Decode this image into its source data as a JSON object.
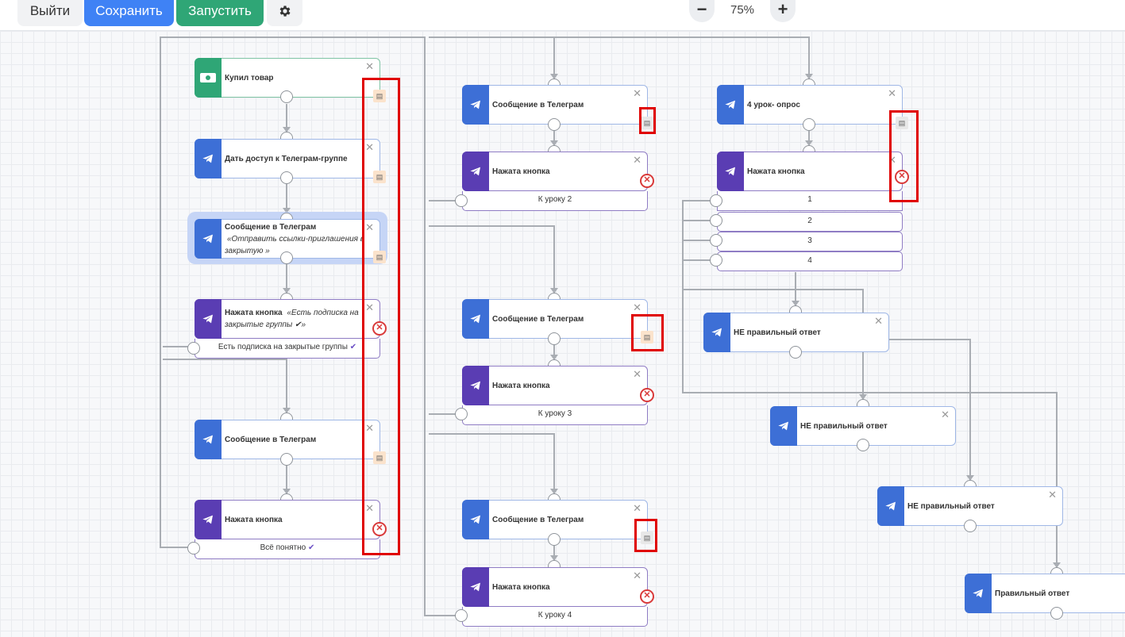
{
  "toolbar": {
    "exit_label": "Выйти",
    "save_label": "Сохранить",
    "run_label": "Запустить",
    "settings_icon": "gear-icon",
    "zoom_out": "−",
    "zoom_in": "+",
    "zoom_level": "75%"
  },
  "nodes": {
    "n1": {
      "title": "Купил товар"
    },
    "n2": {
      "title": "Дать доступ к Телеграм-группе"
    },
    "n3": {
      "title": "Сообщение в Телеграм",
      "subtitle": "«Отправить ссылки-приглашения в закрытую »"
    },
    "n4": {
      "title": "Нажата кнопка",
      "subtitle": "«Есть подписка на закрытые группы ✔»",
      "row": "Есть подписка на закрытые группы"
    },
    "n5": {
      "title": "Сообщение в Телеграм"
    },
    "n6": {
      "title": "Нажата кнопка",
      "row": "Всё понятно"
    },
    "m1": {
      "title": "Сообщение в Телеграм"
    },
    "m2": {
      "title": "Нажата кнопка",
      "row": "К уроку 2"
    },
    "m3": {
      "title": "Сообщение в Телеграм"
    },
    "m4": {
      "title": "Нажата кнопка",
      "row": "К уроку 3"
    },
    "m5": {
      "title": "Сообщение в Телеграм"
    },
    "m6": {
      "title": "Нажата кнопка",
      "row": "К уроку 4"
    },
    "r1": {
      "title": "4 урок- опрос"
    },
    "r2": {
      "title": "Нажата кнопка",
      "rows": [
        "1",
        "2",
        "3",
        "4"
      ]
    },
    "w1": {
      "title": "НЕ правильный ответ"
    },
    "w2": {
      "title": "НЕ правильный ответ"
    },
    "w3": {
      "title": "НЕ правильный ответ"
    },
    "ok": {
      "title": "Правильный ответ"
    }
  },
  "glyphs": {
    "close": "✕",
    "check": "✔",
    "error": "✕",
    "message": "▤"
  },
  "colors": {
    "telegram_block": "#3d6fd6",
    "button_block": "#5a3db3",
    "trigger_block": "#2fa676",
    "highlight": "#e00000",
    "save": "#3f82f5",
    "run": "#2fa676"
  }
}
